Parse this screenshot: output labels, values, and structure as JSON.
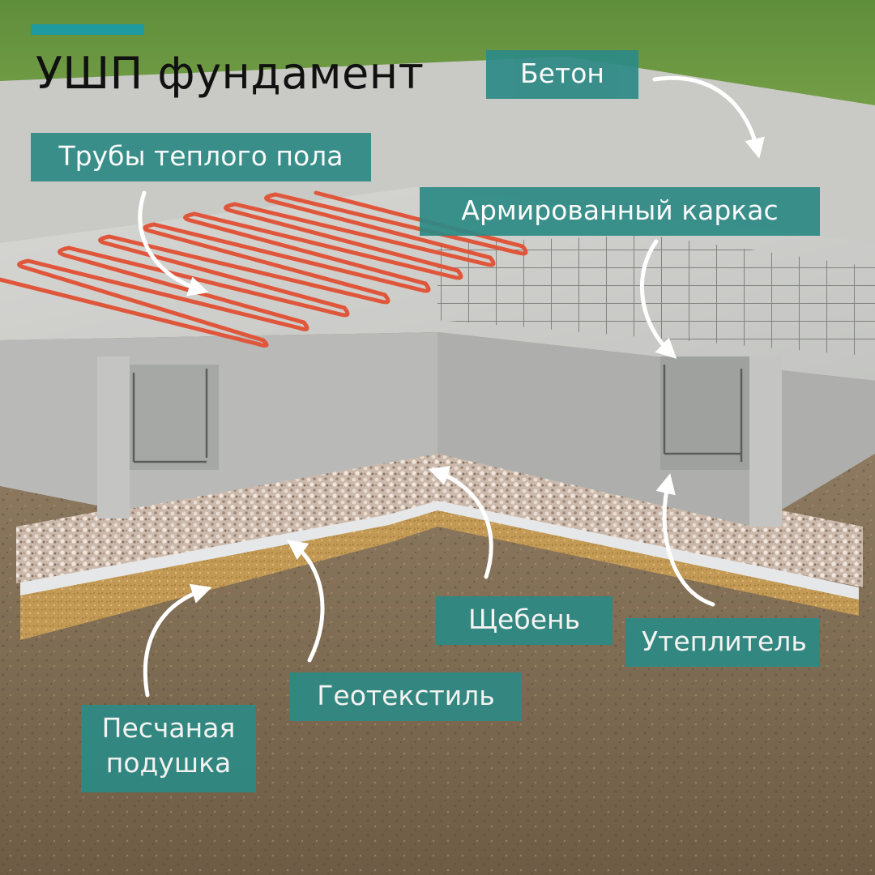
{
  "title": "УШП фундамент",
  "colors": {
    "label_bg": "#2d8a85",
    "accent": "#1e9aa0",
    "title": "#111111",
    "arrow": "#ffffff",
    "pipe": "#e0563b"
  },
  "labels": {
    "concrete": "Бетон",
    "floor_pipes": "Трубы теплого пола",
    "rebar_frame": "Армированный каркас",
    "gravel": "Щебень",
    "insulation": "Утеплитель",
    "geotextile": "Геотекстиль",
    "sand_line1": "Песчаная",
    "sand_line2": "подушка"
  }
}
